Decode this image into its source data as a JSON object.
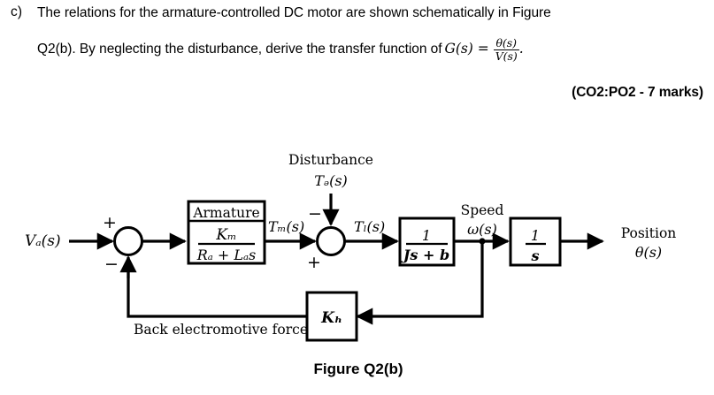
{
  "question": {
    "item_label": "c)",
    "line1": "The relations for the armature-controlled DC motor are shown schematically in Figure",
    "line2_prefix": "Q2(b). By neglecting the disturbance, derive the transfer function of",
    "transfer_function": {
      "name": "G(s)",
      "equals": "=",
      "numerator": "θ(s)",
      "denominator": "V(s)",
      "trailing_period": "."
    },
    "marks": "(CO2:PO2 - 7 marks)"
  },
  "figure": {
    "caption": "Figure Q2(b)",
    "input_label": "Vₐ(s)",
    "output_label_top": "Position",
    "output_label_bottom": "θ(s)",
    "disturbance_label": "Disturbance",
    "disturbance_signal": "Tₔ(s)",
    "speed_label": "Speed",
    "speed_signal": "ω(s)",
    "torque_motor": "Tₘ(s)",
    "torque_load": "Tₗ(s)",
    "feedback_label": "Back electromotive force",
    "blocks": [
      {
        "id": "armature",
        "title": "Armature",
        "numerator": "Kₘ",
        "denominator": "Rₐ + Lₐs"
      },
      {
        "id": "inertia-damping",
        "numerator": "1",
        "denominator": "Js + b"
      },
      {
        "id": "integrator",
        "numerator": "1",
        "denominator": "s"
      },
      {
        "id": "back-emf",
        "gain": "Kₕ"
      }
    ],
    "summing_junctions": [
      {
        "id": "input-sum",
        "sign_top": "+",
        "sign_bottom": "−"
      },
      {
        "id": "torque-sum",
        "sign_top": "−",
        "sign_bottom": "+"
      }
    ],
    "colors": {
      "line": "#000000",
      "background": "#ffffff"
    }
  }
}
